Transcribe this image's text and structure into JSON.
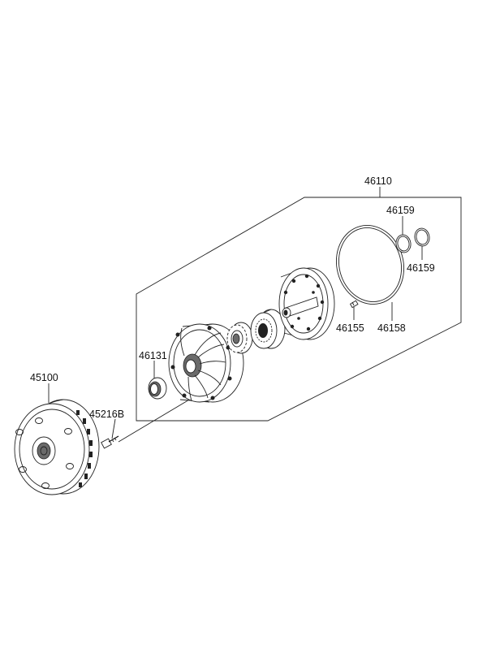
{
  "labels": {
    "assembly": "46110",
    "ring_upper": "46159",
    "ring_lower": "46159",
    "o_ring": "46158",
    "pin": "46155",
    "oil_seal": "46131",
    "converter": "45100",
    "bolt": "45216B"
  }
}
